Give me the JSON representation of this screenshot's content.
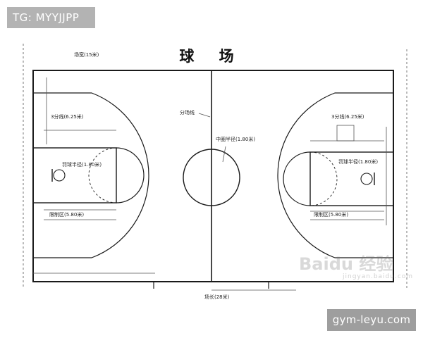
{
  "overlays": {
    "telegram_tag": "TG: MYYJJPP",
    "site_label": "gym-leyu.com"
  },
  "diagram": {
    "title": "球 场",
    "labels": {
      "center_line": "分场线",
      "center_circle": "中圈半径(1.80米)",
      "left_free_throw": "罚球半径(1.80米)",
      "right_free_throw": "罚球半径(1.80米)",
      "left_three_point": "3分线(6.25米)",
      "right_three_point": "3分线(6.25米)",
      "left_restricted": "限制区(5.80米)",
      "right_restricted": "限制区(5.80米)",
      "top_width": "场宽(15米)",
      "bottom_length": "场长(28米)"
    }
  },
  "watermark": {
    "brand": "Baidu 经验",
    "sub": "jingyan.baidu.com"
  },
  "colors": {
    "ink": "#1a1a1a",
    "tag_bg": "#b3b3b3",
    "site_bg": "#9e9e9e"
  }
}
